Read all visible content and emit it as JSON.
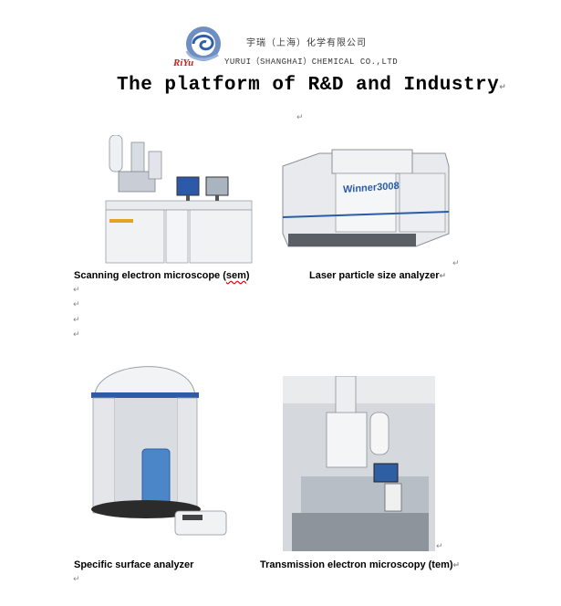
{
  "header": {
    "company_cn": "宇瑞（上海）化学有限公司",
    "company_en": "YURUI（SHANGHAI）CHEMICAL CO.,LTD",
    "logo_text": "RiYu"
  },
  "title": "The platform of R&D and Industry",
  "para_mark": "↵",
  "captions": {
    "sem_a": "Scanning electron microscope (",
    "sem_b": "sem",
    "sem_c": ")",
    "laser": "Laser particle size analyzer",
    "surface": "Specific surface analyzer",
    "tem": "Transmission electron microscopy (tem)"
  },
  "device_labels": {
    "winner": "Winner3008"
  }
}
